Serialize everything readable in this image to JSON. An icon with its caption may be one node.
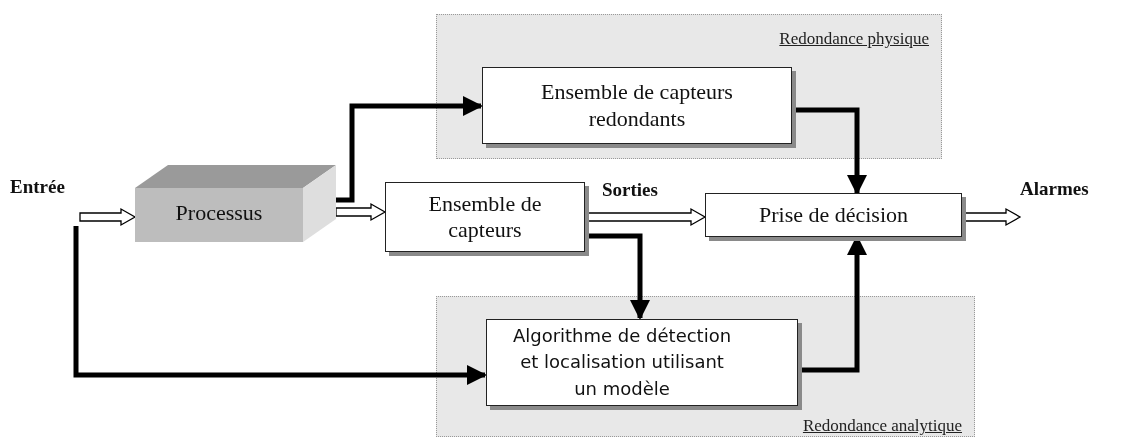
{
  "diagram": {
    "nodes": [
      {
        "text": [
          "Redondance physique"
        ]
      },
      {
        "text": [
          "Ensemble de capteurs redondants"
        ],
        "in": 0
      },
      {
        "text": [
          "Entrée"
        ]
      },
      {
        "text": [
          "Processus"
        ]
      },
      {
        "text": [
          "Ensemble de capteurs"
        ]
      },
      {
        "text": [
          "Prise de décision"
        ]
      },
      {
        "text": [
          "Alarmes"
        ]
      },
      {
        "text": [
          "Redondance analytique"
        ]
      },
      {
        "text": [
          "Algorithme de détection et localisation utilisant un modèle"
        ],
        "in": 7
      }
    ],
    "edges": [
      {
        "from": 2,
        "to": 3,
        "arrow": "to",
        "style": "thick"
      },
      {
        "from": 2,
        "to": 8,
        "arrow": "to"
      },
      {
        "from": 3,
        "to": 4,
        "arrow": "to",
        "style": "thick"
      },
      {
        "from": 3,
        "to": 1,
        "arrow": "to"
      },
      {
        "from": 4,
        "to": 5,
        "arrow": "to",
        "label": "Sorties",
        "style": "thick"
      },
      {
        "from": 4,
        "to": 8,
        "arrow": "to"
      },
      {
        "from": 1,
        "to": 5,
        "arrow": "to"
      },
      {
        "from": 8,
        "to": 5,
        "arrow": "to"
      },
      {
        "from": 5,
        "to": 6,
        "arrow": "to",
        "style": "thick"
      }
    ]
  }
}
